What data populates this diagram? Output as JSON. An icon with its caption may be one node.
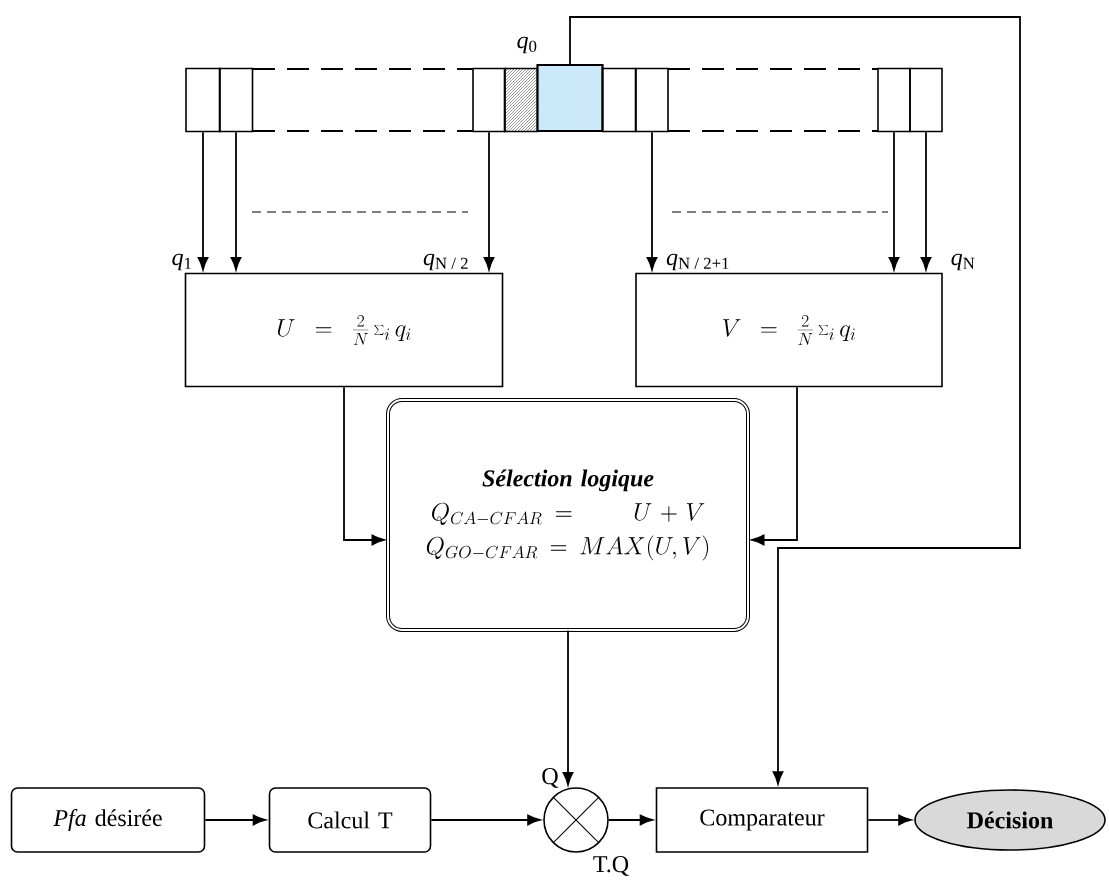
{
  "diagram": {
    "nodes": [
      {
        "text": [],
        "shape": "box"
      },
      {
        "text": [],
        "shape": "box"
      },
      {
        "text": [],
        "shape": "box"
      },
      {
        "text": [],
        "shape": "box"
      },
      {
        "text": [],
        "shape": "box",
        "beside": [
          "*q*$_{0}$"
        ]
      },
      {
        "text": [],
        "shape": "box"
      },
      {
        "text": [],
        "shape": "box"
      },
      {
        "text": [],
        "shape": "box"
      },
      {
        "text": [],
        "shape": "box"
      },
      {
        "text": [
          "U=\\frac{2}{N}\\sum_{i} q_{i}"
        ]
      },
      {
        "text": [
          "V=\\frac{2}{N}\\sum_{i} q_{i}"
        ]
      },
      {
        "text": [
          "Sélection logique",
          "Q_{CA-CFAR} = \\qquad U+V",
          "Q_{GO-CFAR} = MAX(U,V)"
        ]
      },
      {
        "text": [
          "*Pfa* désirée"
        ]
      },
      {
        "text": [
          "Calcul T"
        ]
      },
      {
        "text": [],
        "shape": "circle"
      },
      {
        "text": [
          "Comparateur"
        ]
      },
      {
        "text": [
          "Décision"
        ]
      }
    ],
    "edges": [
      {
        "from": 0,
        "to": 9,
        "arrow": "to",
        "label": "*q*$_{1}$"
      },
      {
        "from": 1,
        "to": 9,
        "arrow": "to"
      },
      {
        "from": 2,
        "to": 9,
        "arrow": "to",
        "label": "*q*$_{N / 2}$"
      },
      {
        "from": 6,
        "to": 10,
        "arrow": "to",
        "label": "*q*$_{N / 2+1}$"
      },
      {
        "from": 7,
        "to": 10,
        "arrow": "to"
      },
      {
        "from": 8,
        "to": 10,
        "arrow": "to",
        "label": "*q*$_{N}$"
      },
      {
        "from": 9,
        "to": 11,
        "arrow": "to"
      },
      {
        "from": 10,
        "to": 11,
        "arrow": "to"
      },
      {
        "from": 11,
        "to": 14,
        "arrow": "to",
        "label": "Q"
      },
      {
        "from": 4,
        "to": 15,
        "arrow": "to"
      },
      {
        "from": 12,
        "to": 13,
        "arrow": "to"
      },
      {
        "from": 13,
        "to": 14,
        "arrow": "to"
      },
      {
        "from": 14,
        "to": 15,
        "arrow": "to",
        "label": "T.Q"
      },
      {
        "from": 15,
        "to": 16,
        "arrow": "to"
      }
    ]
  }
}
